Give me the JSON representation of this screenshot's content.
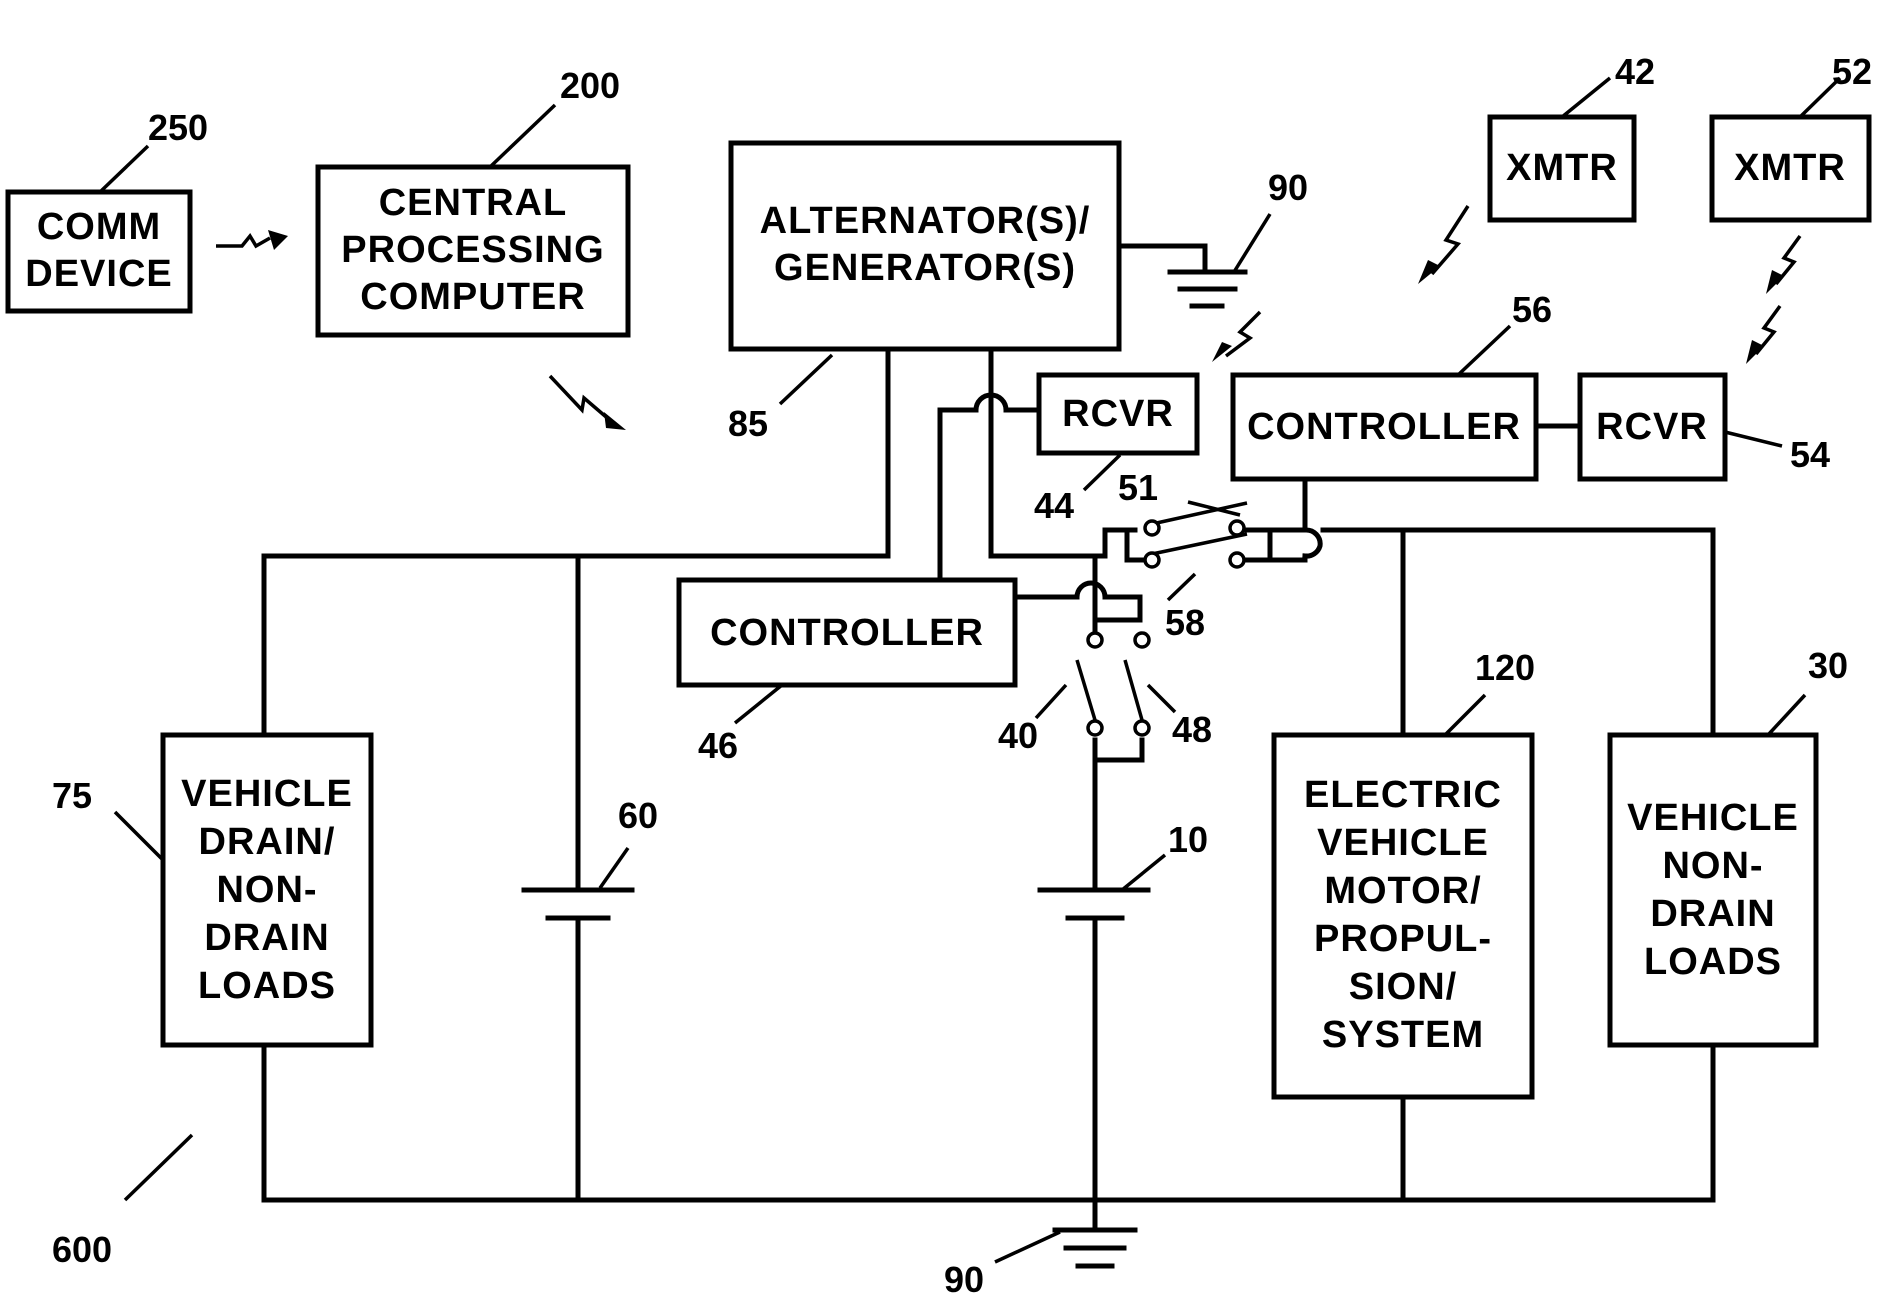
{
  "boxes": {
    "comm_device": [
      "COMM",
      "DEVICE"
    ],
    "central_processing_computer": [
      "CENTRAL",
      "PROCESSING",
      "COMPUTER"
    ],
    "alternator_generator": [
      "ALTERNATOR(S)/",
      "GENERATOR(S)"
    ],
    "xmtr_42": [
      "XMTR"
    ],
    "xmtr_52": [
      "XMTR"
    ],
    "rcvr_44": [
      "RCVR"
    ],
    "controller_56": [
      "CONTROLLER"
    ],
    "rcvr_54": [
      "RCVR"
    ],
    "controller_46": [
      "CONTROLLER"
    ],
    "vehicle_drain_loads": [
      "VEHICLE",
      "DRAIN/",
      "NON-",
      "DRAIN",
      "LOADS"
    ],
    "electric_motor": [
      "ELECTRIC",
      "VEHICLE",
      "MOTOR/",
      "PROPUL-",
      "SION/",
      "SYSTEM"
    ],
    "vehicle_non_drain_loads": [
      "VEHICLE",
      "NON-",
      "DRAIN",
      "LOADS"
    ]
  },
  "refs": {
    "r250": "250",
    "r200": "200",
    "r85": "85",
    "r90_top": "90",
    "r42": "42",
    "r52": "52",
    "r56": "56",
    "r44": "44",
    "r51": "51",
    "r54": "54",
    "r58": "58",
    "r46": "46",
    "r40": "40",
    "r48": "48",
    "r120": "120",
    "r30": "30",
    "r75": "75",
    "r60": "60",
    "r10": "10",
    "r600": "600",
    "r90_bottom": "90"
  }
}
